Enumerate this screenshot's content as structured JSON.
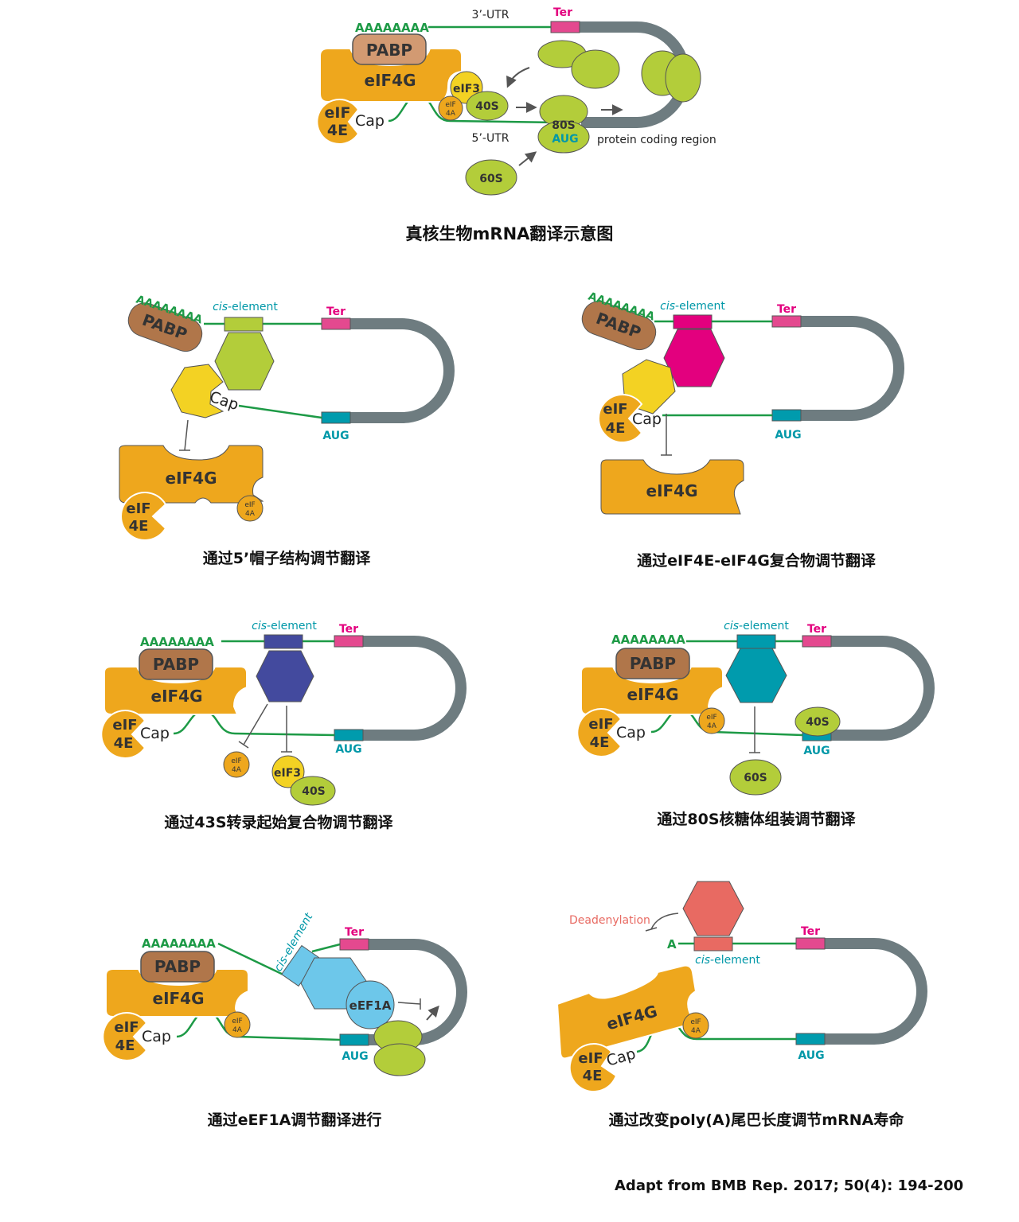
{
  "labels": {
    "polyA": "AAAAAAAA",
    "pabp": "PABP",
    "eif4g": "eIF4G",
    "eif3": "eIF3",
    "eif4a_l1": "eIF",
    "eif4a_l2": "4A",
    "eif4e_l1": "eIF",
    "eif4e_l2": "4E",
    "cap": "Cap",
    "s40": "40S",
    "s60": "60S",
    "s80": "80S",
    "aug": "AUG",
    "ter": "Ter",
    "utr3": "3’-UTR",
    "utr5": "5’-UTR",
    "coding": "protein coding region",
    "cis_italic": "cis",
    "cis_rest": "-element",
    "cis_full": "cis-element",
    "eef1a": "eEF1A",
    "deadenylation": "Deadenylation",
    "a_single": "A"
  },
  "captions": {
    "main": "真核生物mRNA翻译示意图",
    "p1": "通过5’帽子结构调节翻译",
    "p2": "通过eIF4E-eIF4G复合物调节翻译",
    "p3": "通过43S转录起始复合物调节翻译",
    "p4": "通过80S核糖体组装调节翻译",
    "p5": "通过eEF1A调节翻译进行",
    "p6": "通过改变poly(A)尾巴长度调节mRNA寿命"
  },
  "source": "Adapt from BMB Rep. 2017; 50(4): 194-200",
  "colors": {
    "orange": "#EEA71D",
    "pabp_brown": "#B0764A",
    "pabp_tan": "#D29A72",
    "yellow": "#F3D223",
    "lime": "#B3CD3A",
    "magenta": "#E3007E",
    "pink": "#E4498F",
    "navy": "#434A9E",
    "teal": "#009BAD",
    "sky": "#6DC7EA",
    "salmon": "#E86A62",
    "grey": "#6E7C80",
    "green_line": "#1D9A46",
    "teal_text": "#0098A8"
  }
}
